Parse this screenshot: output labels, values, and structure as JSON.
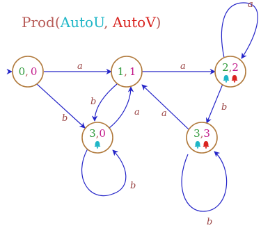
{
  "title": {
    "prefix": "Prod(",
    "left": "AutoU",
    "comma": ", ",
    "right": "AutoV",
    "suffix": ")"
  },
  "colors": {
    "brown": "#b75a56",
    "cyan": "#1fb6c7",
    "red": "#d9231f",
    "green": "#2e9a3a",
    "magenta": "#c2188a",
    "edge": "#2424c8",
    "node_border": "#b0793b"
  },
  "states": [
    {
      "id": "s00",
      "left": "0",
      "sep": ",",
      "right": "0",
      "bells": []
    },
    {
      "id": "s11",
      "left": "1",
      "sep": ",",
      "right": "1",
      "bells": []
    },
    {
      "id": "s22",
      "left": "2",
      "sep": ",",
      "right": "2",
      "bells": [
        "cyan-bell",
        "red-bell"
      ]
    },
    {
      "id": "s30",
      "left": "3",
      "sep": ",",
      "right": "0",
      "bells": [
        "cyan-bell"
      ]
    },
    {
      "id": "s33",
      "left": "3",
      "sep": ",",
      "right": "3",
      "bells": [
        "cyan-bell",
        "red-bell"
      ]
    }
  ],
  "transitions": [
    {
      "from": "s00",
      "to": "s11",
      "label": "a"
    },
    {
      "from": "s00",
      "to": "s30",
      "label": "b"
    },
    {
      "from": "s11",
      "to": "s22",
      "label": "a"
    },
    {
      "from": "s11",
      "to": "s30",
      "label": "b"
    },
    {
      "from": "s30",
      "to": "s11",
      "label": "a"
    },
    {
      "from": "s30",
      "to": "s30",
      "label": "b"
    },
    {
      "from": "s22",
      "to": "s22",
      "label": "a"
    },
    {
      "from": "s22",
      "to": "s33",
      "label": "b"
    },
    {
      "from": "s33",
      "to": "s11",
      "label": "a"
    },
    {
      "from": "s33",
      "to": "s33",
      "label": "b"
    }
  ]
}
